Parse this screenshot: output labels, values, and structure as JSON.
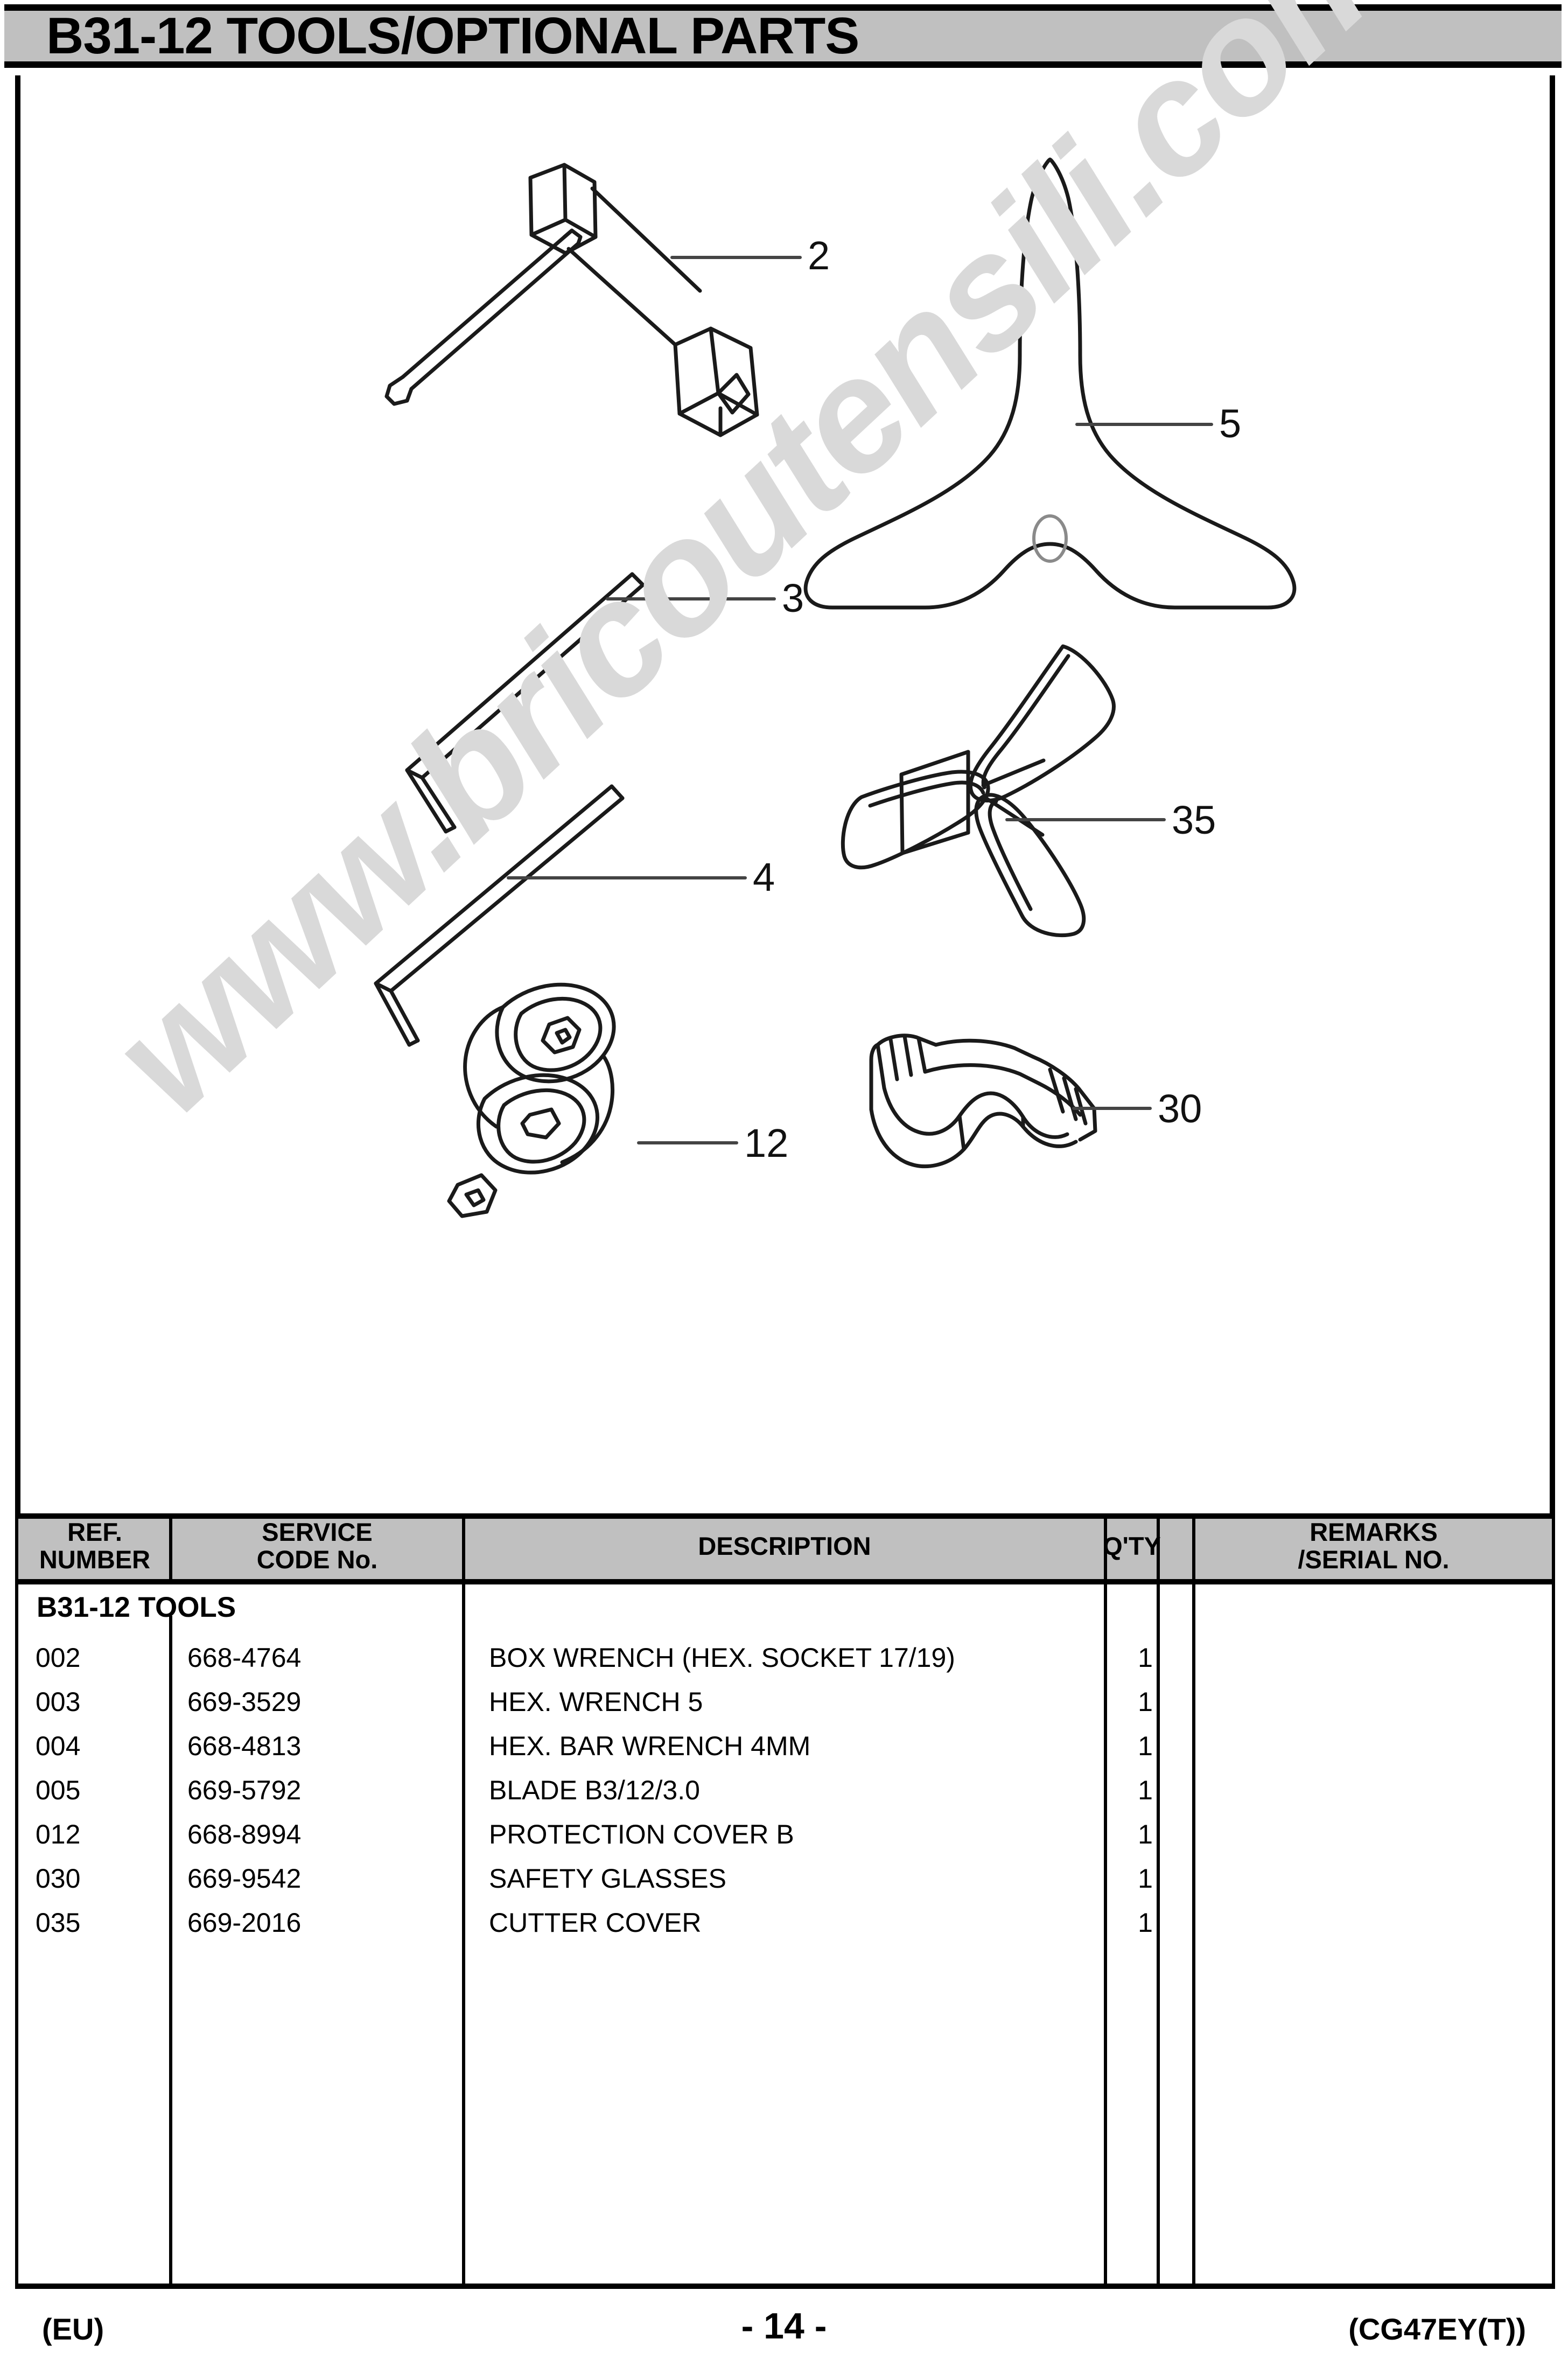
{
  "page": {
    "title": "B31-12 TOOLS/OPTIONAL PARTS",
    "watermark": "www.bricoutensili.com",
    "background_color": "#ffffff",
    "header_band_color": "#c0c0c0",
    "rule_color": "#000000"
  },
  "illustration": {
    "callouts": [
      {
        "label": "2",
        "part": "box-wrench"
      },
      {
        "label": "3",
        "part": "hex-wrench-5"
      },
      {
        "label": "4",
        "part": "hex-bar-wrench-4mm"
      },
      {
        "label": "5",
        "part": "blade-b3-12-3-0"
      },
      {
        "label": "12",
        "part": "protection-cover-b"
      },
      {
        "label": "30",
        "part": "safety-glasses"
      },
      {
        "label": "35",
        "part": "cutter-cover"
      }
    ]
  },
  "table": {
    "headers": {
      "ref_number_line1": "REF.",
      "ref_number_line2": "NUMBER",
      "service_code_line1": "SERVICE",
      "service_code_line2": "CODE No.",
      "description": "DESCRIPTION",
      "qty": "Q'TY",
      "spacer": "",
      "remarks_line1": "REMARKS",
      "remarks_line2": "/SERIAL NO."
    },
    "section_title": "B31-12 TOOLS",
    "rows": [
      {
        "ref": "002",
        "code": "668-4764",
        "description": "BOX WRENCH (HEX. SOCKET 17/19)",
        "qty": "1",
        "remarks": ""
      },
      {
        "ref": "003",
        "code": "669-3529",
        "description": "HEX. WRENCH 5",
        "qty": "1",
        "remarks": ""
      },
      {
        "ref": "004",
        "code": "668-4813",
        "description": "HEX. BAR WRENCH 4MM",
        "qty": "1",
        "remarks": ""
      },
      {
        "ref": "005",
        "code": "669-5792",
        "description": "BLADE B3/12/3.0",
        "qty": "1",
        "remarks": ""
      },
      {
        "ref": "012",
        "code": "668-8994",
        "description": "PROTECTION COVER B",
        "qty": "1",
        "remarks": ""
      },
      {
        "ref": "030",
        "code": "669-9542",
        "description": "SAFETY GLASSES",
        "qty": "1",
        "remarks": ""
      },
      {
        "ref": "035",
        "code": "669-2016",
        "description": "CUTTER COVER",
        "qty": "1",
        "remarks": ""
      }
    ]
  },
  "footer": {
    "region": "(EU)",
    "page_number": "- 14 -",
    "model": "(CG47EY(T))"
  }
}
